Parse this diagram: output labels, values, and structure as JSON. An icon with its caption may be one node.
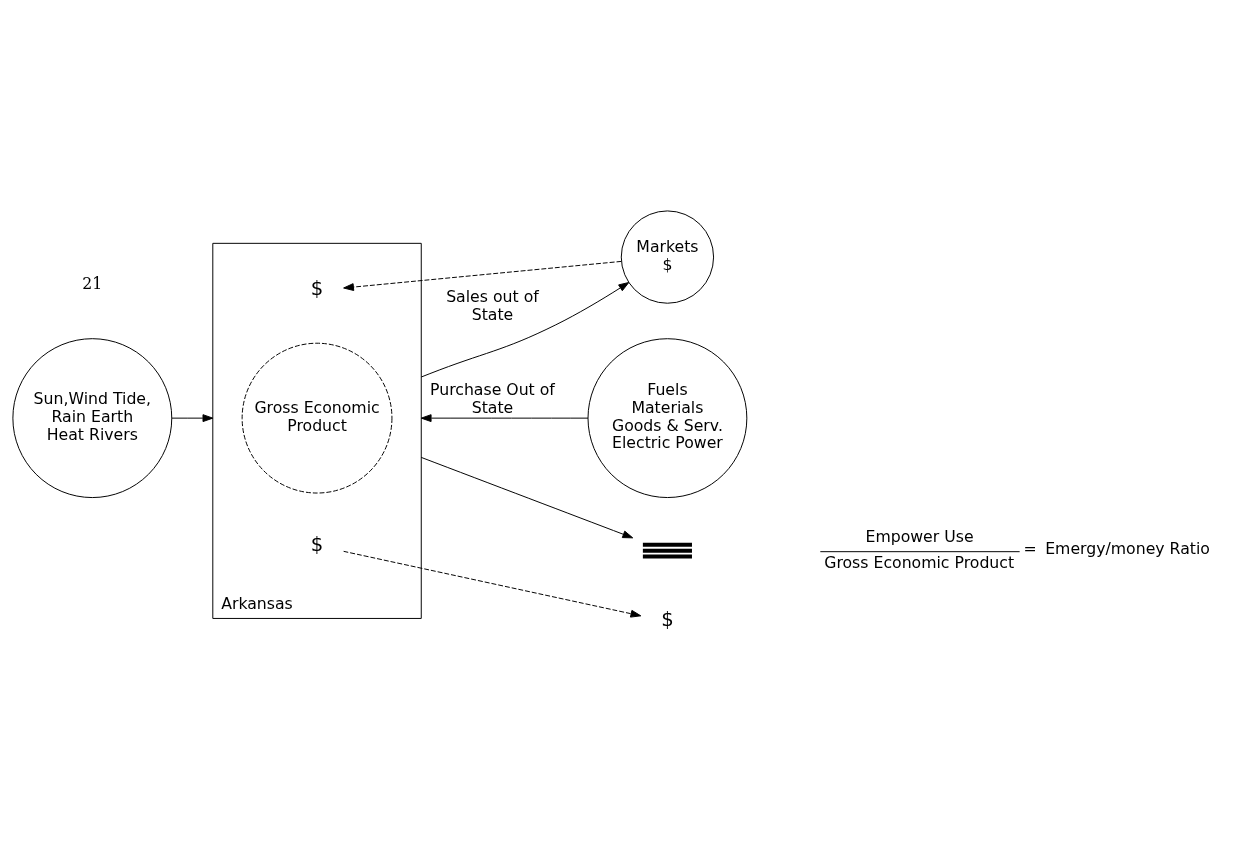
{
  "diagram": {
    "nodes": [
      {
        "text": [
          "Sun,Wind Tide, Rain Earth Heat Rivers"
        ]
      },
      {
        "text": [
          "Fuels Materials Goods & Serv. Electric Power"
        ]
      },
      {
        "text": [
          "Arkansas"
        ]
      },
      {
        "text": [
          "Gross Economic Product"
        ],
        "in": 2
      },
      {
        "text": [
          "Markets",
          "$"
        ]
      },
      {
        "text": [],
        "shape": "ground"
      },
      {
        "text": [
          "$"
        ]
      },
      {
        "text": [
          "$"
        ],
        "in": 2
      },
      {
        "text": [
          "$"
        ],
        "in": 2
      }
    ],
    "edges": [
      {
        "from": 0,
        "to": 2,
        "arrow": "to"
      },
      {
        "from": 1,
        "to": 2,
        "arrow": "to",
        "label": "Purchase Out of State"
      },
      {
        "from": 7,
        "to": 6,
        "arrow": "to",
        "style": "dashed"
      },
      {
        "from": 2,
        "to": 4,
        "arrow": "to",
        "label": "Sales out of State"
      },
      {
        "from": 4,
        "to": 8,
        "arrow": "to",
        "style": "dashed"
      },
      {
        "from": 2,
        "to": 5,
        "arrow": "to"
      }
    ],
    "labels": [
      "21",
      "Empower Use",
      "Gross Economic Product",
      "=",
      "Emergy/money Ratio"
    ]
  }
}
